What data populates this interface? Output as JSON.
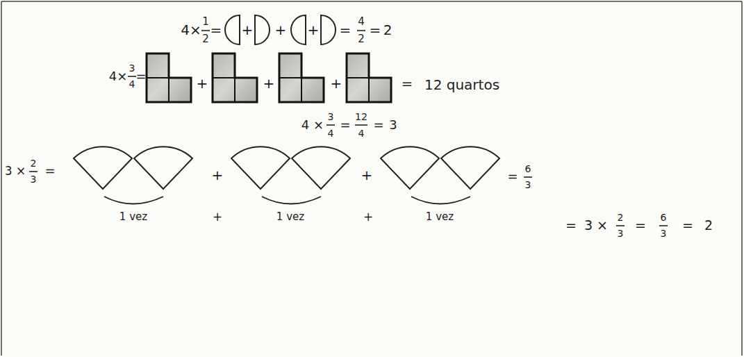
{
  "diagram": {
    "labels": [
      "4×",
      "1",
      "2",
      "=",
      "+",
      "+",
      "+",
      "=",
      "4",
      "2",
      "=",
      "2",
      "4×",
      "3",
      "4",
      "=",
      "+",
      "+",
      "+",
      "=",
      "12 quartos",
      "4 ×",
      "3",
      "4",
      "=",
      "12",
      "4",
      "=",
      "3",
      "3 ×",
      "2",
      "3",
      "=",
      "+",
      "+",
      "=",
      "6",
      "3",
      "1 vez",
      "+",
      "1 vez",
      "+",
      "1 vez",
      "=",
      "3 ×",
      "2",
      "3",
      "=",
      "6",
      "3",
      "=",
      "2"
    ]
  }
}
